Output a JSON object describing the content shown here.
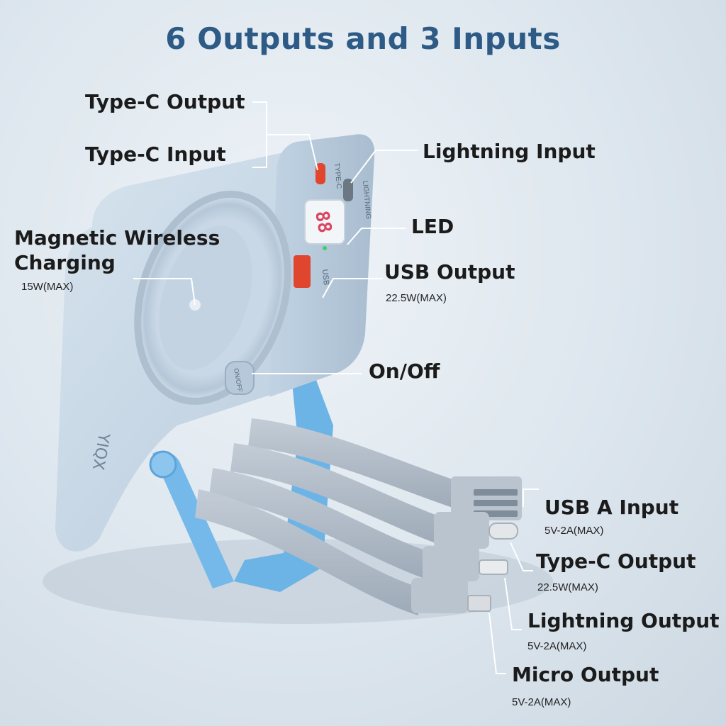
{
  "title": "6 Outputs and 3 Inputs",
  "callouts": {
    "type_c_output_top": "Type-C Output",
    "type_c_input": "Type-C  Input",
    "lightning_input": "Lightning Input",
    "magnetic_wireless": "Magnetic Wireless Charging",
    "magnetic_wireless_line1": "Magnetic Wireless",
    "magnetic_wireless_line2": "Charging",
    "magnetic_wireless_spec": "15W(MAX)",
    "led": "LED",
    "usb_output": "USB Output",
    "usb_output_spec": "22.5W(MAX)",
    "on_off": "On/Off",
    "usb_a_input": "USB A Input",
    "usb_a_input_spec": "5V-2A(MAX)",
    "type_c_output_cable": "Type-C Output",
    "type_c_output_cable_spec": "22.5W(MAX)",
    "lightning_output": "Lightning Output",
    "lightning_output_spec": "5V-2A(MAX)",
    "micro_output": "Micro Output",
    "micro_output_spec": "5V-2A(MAX)"
  },
  "device_markings": {
    "port_type_c": "TYPE-C",
    "port_lightning": "LIGHTNING",
    "port_usb": "USB",
    "button": "ON/OFF",
    "brand": "YIQX",
    "display": "88"
  },
  "colors": {
    "title": "#2e5a86",
    "device_body": "#c9d9e8",
    "stand": "#6cb3e6",
    "port_accent": "#e0452d",
    "led_digits": "#d94560"
  }
}
